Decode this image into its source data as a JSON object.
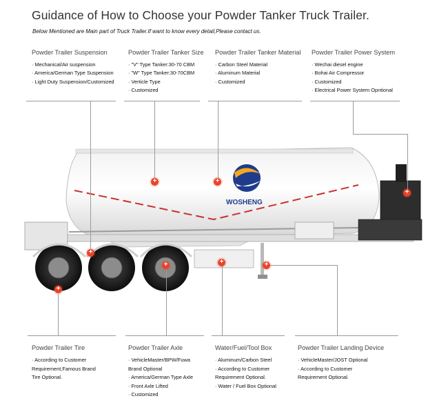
{
  "title": "Guidance of How to Choose your Powder Tanker Truck Trailer.",
  "subtitle": "Below Mentioned are Main part of Truck Trailer.If want to know every detail,Please contact us.",
  "brand": {
    "name": "WOSHENG",
    "logo_colors": [
      "#f5a623",
      "#1f3c8c"
    ]
  },
  "accent_color": "#e8442a",
  "top_sections": [
    {
      "heading": "Powder Trailer Suspension",
      "items": [
        "· Mechanical/Air suspension",
        "· America/German Type Suspension",
        "· Light Duty Suspension/Customized"
      ]
    },
    {
      "heading": "Powder Trailer Tanker Size",
      "items": [
        "· \"V\" Type Tanker:30-70 CBM",
        "· \"W\" Type Tanker:30-70CBM",
        "· Verticle Type",
        "· Customized"
      ]
    },
    {
      "heading": "Powder Trailer Tanker Material",
      "items": [
        "· Carbon Steel Material",
        "· Aluminum Material",
        "· Customized"
      ]
    },
    {
      "heading": "Powder Trailer Power System",
      "items": [
        "· Wechai diesel engine",
        "· Bohai Air Compressor",
        "· Customized",
        "· Electrical Power System Opntional"
      ]
    }
  ],
  "bottom_sections": [
    {
      "heading": "Powder Trailer Tire",
      "items": [
        "· According to Customer",
        "  Requirement,Famous Brand",
        "  Tire Optional."
      ]
    },
    {
      "heading": "Powder Trailer Axle",
      "items": [
        "· VehicleMaster/BPW/Fuwa",
        "  Brand Optional",
        "· America/German Type Axle",
        "· Front Axle Lifted",
        "· Customized"
      ]
    },
    {
      "heading": "Water/Fuel/Tool Box",
      "items": [
        "· Aluminum/Carbon Steel",
        "· According to Customer",
        "  Requirement Optional.",
        "· Water / Fuel Box Optional"
      ]
    },
    {
      "heading": "Powder Trailer Landing Device",
      "items": [
        "· VehicleMaster/JOST Optional",
        "· According to Customer",
        "  Requirement Optional."
      ]
    }
  ]
}
